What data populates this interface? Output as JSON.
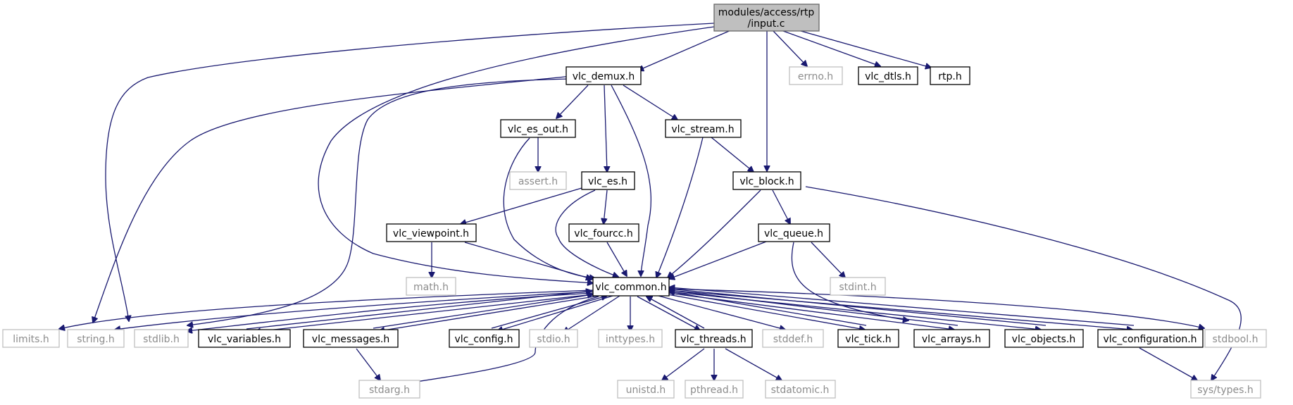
{
  "diagram": {
    "root": {
      "label_line1": "modules/access/rtp",
      "label_line2": "/input.c"
    },
    "nodes": {
      "vlc_demux": "vlc_demux.h",
      "errno": "errno.h",
      "vlc_dtls": "vlc_dtls.h",
      "rtp": "rtp.h",
      "vlc_es_out": "vlc_es_out.h",
      "vlc_stream": "vlc_stream.h",
      "assert": "assert.h",
      "vlc_es": "vlc_es.h",
      "vlc_block": "vlc_block.h",
      "vlc_viewpoint": "vlc_viewpoint.h",
      "vlc_fourcc": "vlc_fourcc.h",
      "vlc_queue": "vlc_queue.h",
      "math": "math.h",
      "vlc_common": "vlc_common.h",
      "stdint": "stdint.h",
      "limits": "limits.h",
      "string": "string.h",
      "stdlib": "stdlib.h",
      "vlc_variables": "vlc_variables.h",
      "vlc_messages": "vlc_messages.h",
      "vlc_config": "vlc_config.h",
      "stdio": "stdio.h",
      "inttypes": "inttypes.h",
      "vlc_threads": "vlc_threads.h",
      "stddef": "stddef.h",
      "vlc_tick": "vlc_tick.h",
      "vlc_arrays": "vlc_arrays.h",
      "vlc_objects": "vlc_objects.h",
      "vlc_configuration": "vlc_configuration.h",
      "stdbool": "stdbool.h",
      "stdarg": "stdarg.h",
      "unistd": "unistd.h",
      "pthread": "pthread.h",
      "stdatomic": "stdatomic.h",
      "sys_types": "sys/types.h"
    },
    "colors": {
      "edge": "#191970",
      "root_fill": "#bfbfbf",
      "system_header_border": "#bfbfbf",
      "system_header_text": "#8c8c8c"
    }
  }
}
